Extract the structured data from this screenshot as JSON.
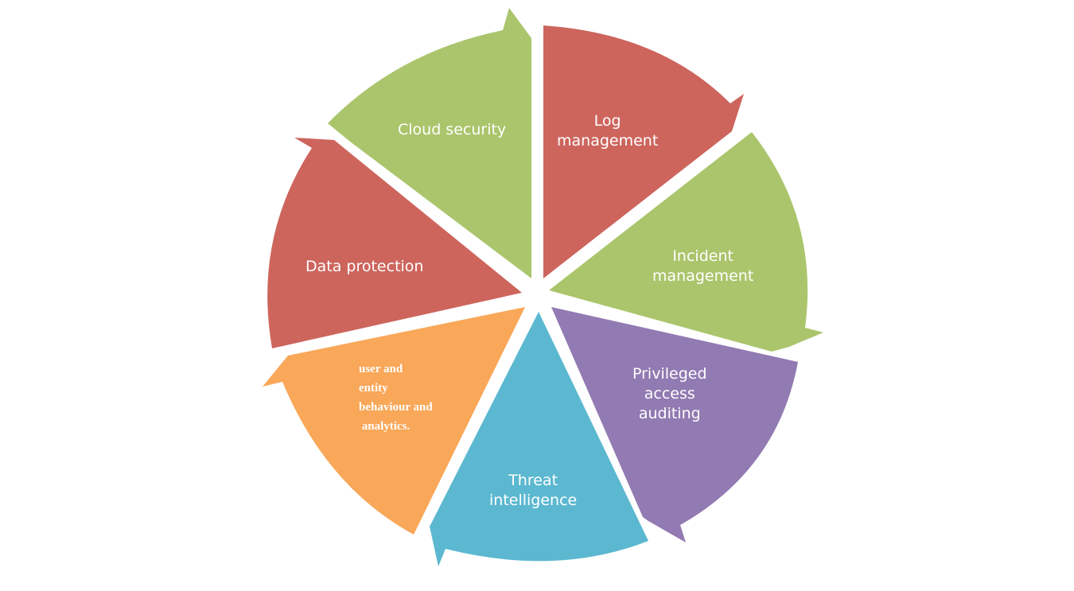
{
  "segments": [
    {
      "label": "Cloud security",
      "color": "#abc56c"
    },
    {
      "label": "Log management",
      "line1": "Log",
      "line2": "management",
      "color": "#cd655d"
    },
    {
      "label": "Incident management",
      "line1": "Incident",
      "line2": "management",
      "color": "#abc56c"
    },
    {
      "label": "Privileged access auditing",
      "line1": "Privileged",
      "line2": "access",
      "line3": "auditing",
      "color": "#927ab2"
    },
    {
      "label": "Threat intelligence",
      "line1": "Threat",
      "line2": "intelligence",
      "color": "#5bb8d0"
    },
    {
      "label": "user and entity behaviour and analytics.",
      "line1": "user and",
      "line2": "entity",
      "line3": "behaviour and",
      "line4": " analytics.",
      "color": "#f9a758"
    },
    {
      "label": "Data protection",
      "color": "#cd655d"
    }
  ]
}
